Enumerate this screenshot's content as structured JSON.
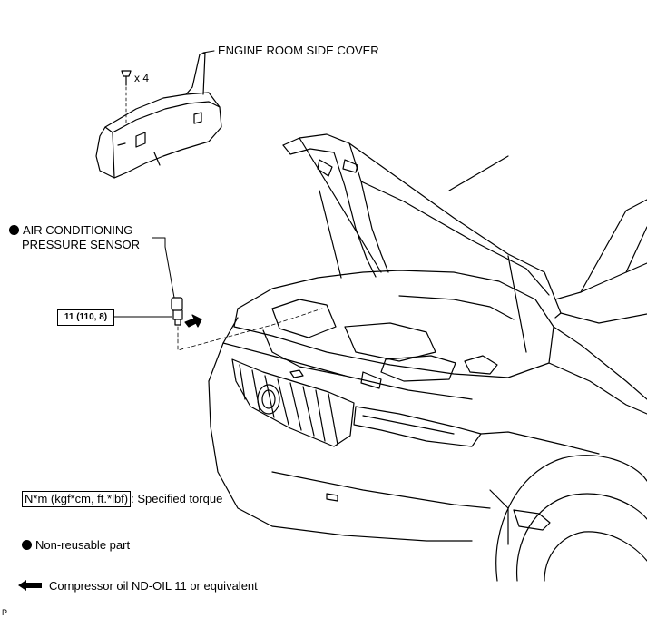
{
  "callouts": {
    "engine_room_side_cover": "ENGINE ROOM SIDE COVER",
    "clip_quantity": "x 4",
    "pressure_sensor_line1": "AIR CONDITIONING",
    "pressure_sensor_line2": "PRESSURE SENSOR",
    "torque_value": "11 (110, 8)"
  },
  "legend": {
    "torque_box": "N*m (kgf*cm, ft.*lbf)",
    "torque_text": ": Specified torque",
    "non_reusable": "Non-reusable part",
    "compressor_oil": "Compressor oil ND-OIL 11 or equivalent"
  },
  "corner_mark": "P",
  "icons": {
    "non_reusable": "filled-circle-icon",
    "compressor_oil": "left-arrow-icon",
    "oil_point": "right-arrow-icon"
  }
}
